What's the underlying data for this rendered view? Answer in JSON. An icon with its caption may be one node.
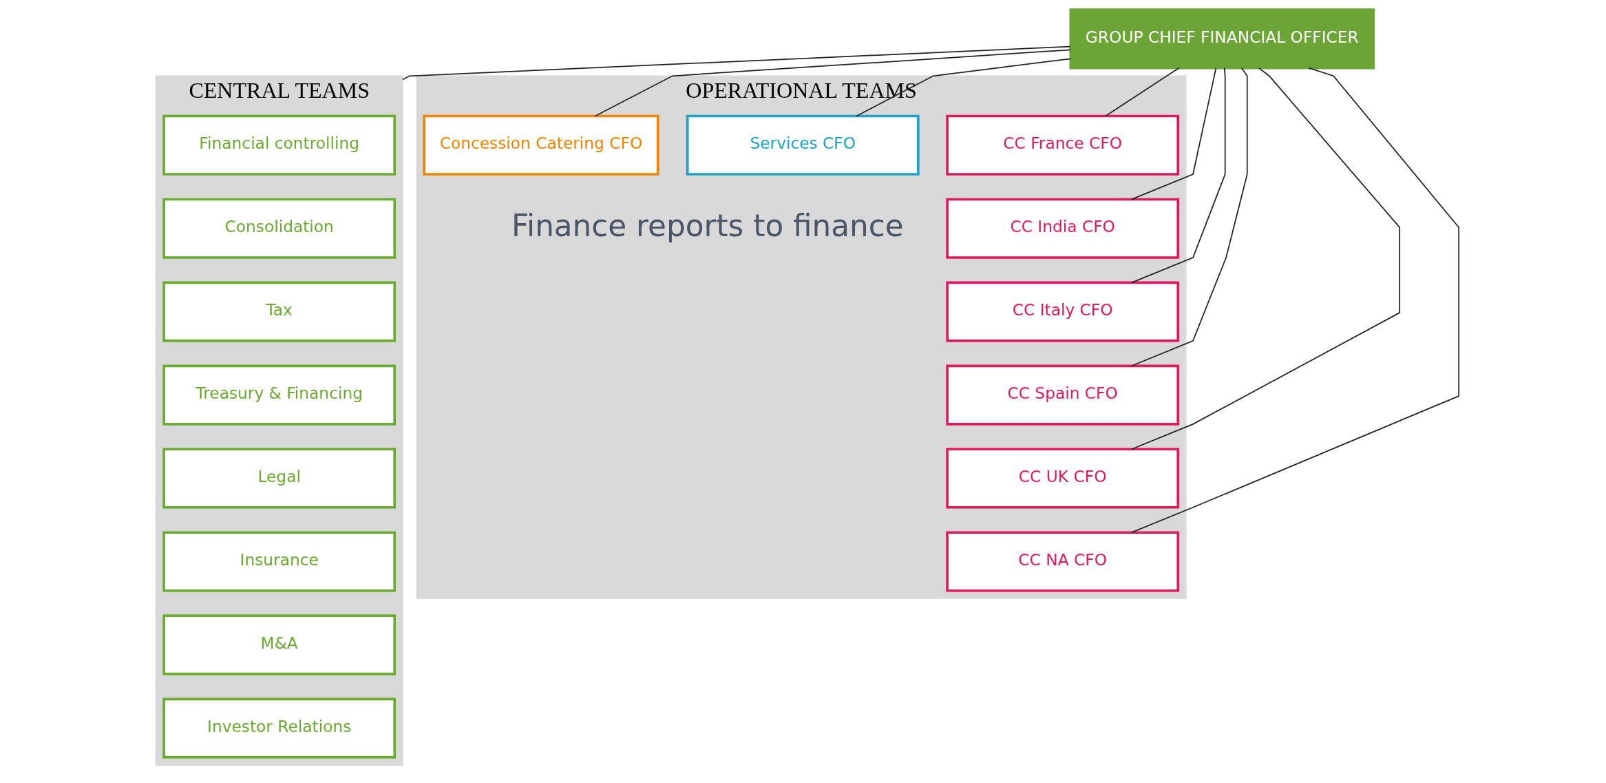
{
  "diagram": {
    "nodes": [
      {
        "text": [
          "CENTRAL TEAMS"
        ]
      },
      {
        "text": [
          "Financial controlling"
        ],
        "in": 0
      },
      {
        "text": [
          "Consolidation"
        ],
        "in": 0
      },
      {
        "text": [
          "Tax"
        ],
        "in": 0
      },
      {
        "text": [
          "Treasury & Financing"
        ],
        "in": 0
      },
      {
        "text": [
          "Legal"
        ],
        "in": 0
      },
      {
        "text": [
          "Insurance"
        ],
        "in": 0
      },
      {
        "text": [
          "M&A"
        ],
        "in": 0
      },
      {
        "text": [
          "Investor Relations"
        ],
        "in": 0
      },
      {
        "text": [
          "GROUP CHIEF FINANCIAL OFFICER"
        ]
      },
      {
        "text": [
          "OPERATIONAL TEAMS"
        ]
      },
      {
        "text": [
          "CC France CFO"
        ],
        "in": 10
      },
      {
        "text": [
          "CC India CFO"
        ],
        "in": 10
      },
      {
        "text": [
          "CC Italy CFO"
        ],
        "in": 10
      },
      {
        "text": [
          "CC Spain CFO"
        ],
        "in": 10
      },
      {
        "text": [
          "CC UK CFO"
        ],
        "in": 10
      },
      {
        "text": [
          "CC NA CFO"
        ],
        "in": 10
      },
      {
        "text": [
          "Services CFO"
        ],
        "in": 10
      },
      {
        "text": [
          "Concession Catering CFO"
        ],
        "in": 10
      }
    ],
    "edges": [
      {
        "from": 9,
        "to": 0,
        "arrow": "none"
      },
      {
        "from": 9,
        "to": 11,
        "arrow": "none"
      },
      {
        "from": 9,
        "to": 12,
        "arrow": "none"
      },
      {
        "from": 9,
        "to": 13,
        "arrow": "none"
      },
      {
        "from": 9,
        "to": 14,
        "arrow": "none"
      },
      {
        "from": 9,
        "to": 15,
        "arrow": "none"
      },
      {
        "from": 9,
        "to": 16,
        "arrow": "none"
      },
      {
        "from": 9,
        "to": 17,
        "arrow": "none"
      },
      {
        "from": 9,
        "to": 18,
        "arrow": "none"
      }
    ],
    "labels": [
      "Finance reports to finance"
    ]
  }
}
